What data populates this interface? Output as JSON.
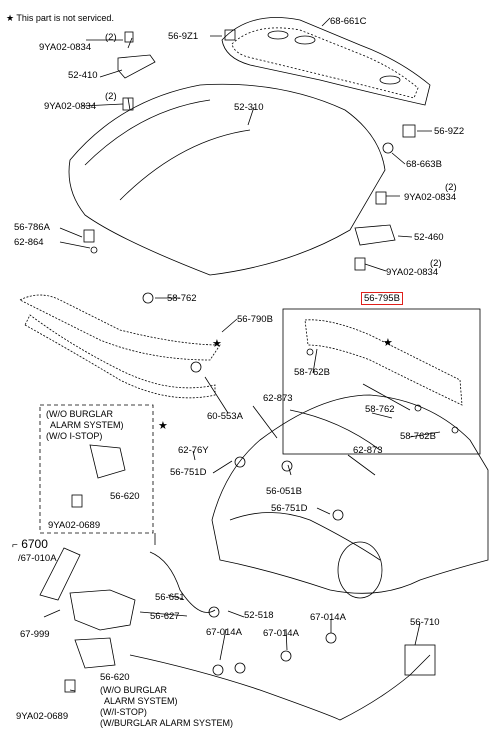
{
  "header_note": "★ This part is not serviced.",
  "highlight_color": "#e0201b",
  "parts": {
    "p_9ya02_0834_qty_a": "(2)",
    "p_9ya02_0834_a": "9YA02-0834",
    "p_52_410": "52-410",
    "p_9ya02_0834_qty_b": "(2)",
    "p_9ya02_0834_b": "9YA02-0834",
    "p_56_9z1": "56-9Z1",
    "p_68_661c": "68-661C",
    "p_52_310": "52-310",
    "p_56_9z2": "56-9Z2",
    "p_68_663b": "68-663B",
    "p_9ya02_0834_qty_c": "(2)",
    "p_9ya02_0834_c": "9YA02-0834",
    "p_52_460": "52-460",
    "p_9ya02_0834_qty_d": "(2)",
    "p_9ya02_0834_d": "9YA02-0834",
    "p_56_786a": "56-786A",
    "p_62_864": "62-864",
    "p_58_762_a": "58-762",
    "p_56_790b": "56-790B",
    "p_56_795b": "56-795B",
    "p_58_762b_a": "58-762B",
    "p_58_762_b": "58-762",
    "p_58_762b_b": "58-762B",
    "p_60_553a": "60-553A",
    "p_62_873_a": "62-873",
    "p_62_873_b": "62-873",
    "p_62_76y": "62-76Y",
    "p_56_751d_a": "56-751D",
    "p_56_051b": "56-051B",
    "p_56_751d_b": "56-751D",
    "p_56_620_a": "56-620",
    "p_9ya02_0689_a": "9YA02-0689",
    "p_6700": "6700",
    "p_67_010a": "/67-010A",
    "p_56_651": "56-651",
    "p_56_627": "56-627",
    "p_52_518": "52-518",
    "p_67_999": "67-999",
    "p_67_014a_a": "67-014A",
    "p_67_014a_b": "67-014A",
    "p_67_014a_c": "67-014A",
    "p_56_710": "56-710",
    "p_56_620_b": "56-620",
    "p_9ya02_0689_b": "9YA02-0689"
  },
  "notes": {
    "inset_line1": "(W/O BURGLAR",
    "inset_line2": "ALARM SYSTEM)",
    "inset_line3": "(W/O I-STOP)",
    "lower_line1": "(W/O BURGLAR",
    "lower_line2": "ALARM SYSTEM)",
    "lower_line3": "(W/I-STOP)",
    "lower_line4": "(W/BURGLAR ALARM SYSTEM)"
  }
}
